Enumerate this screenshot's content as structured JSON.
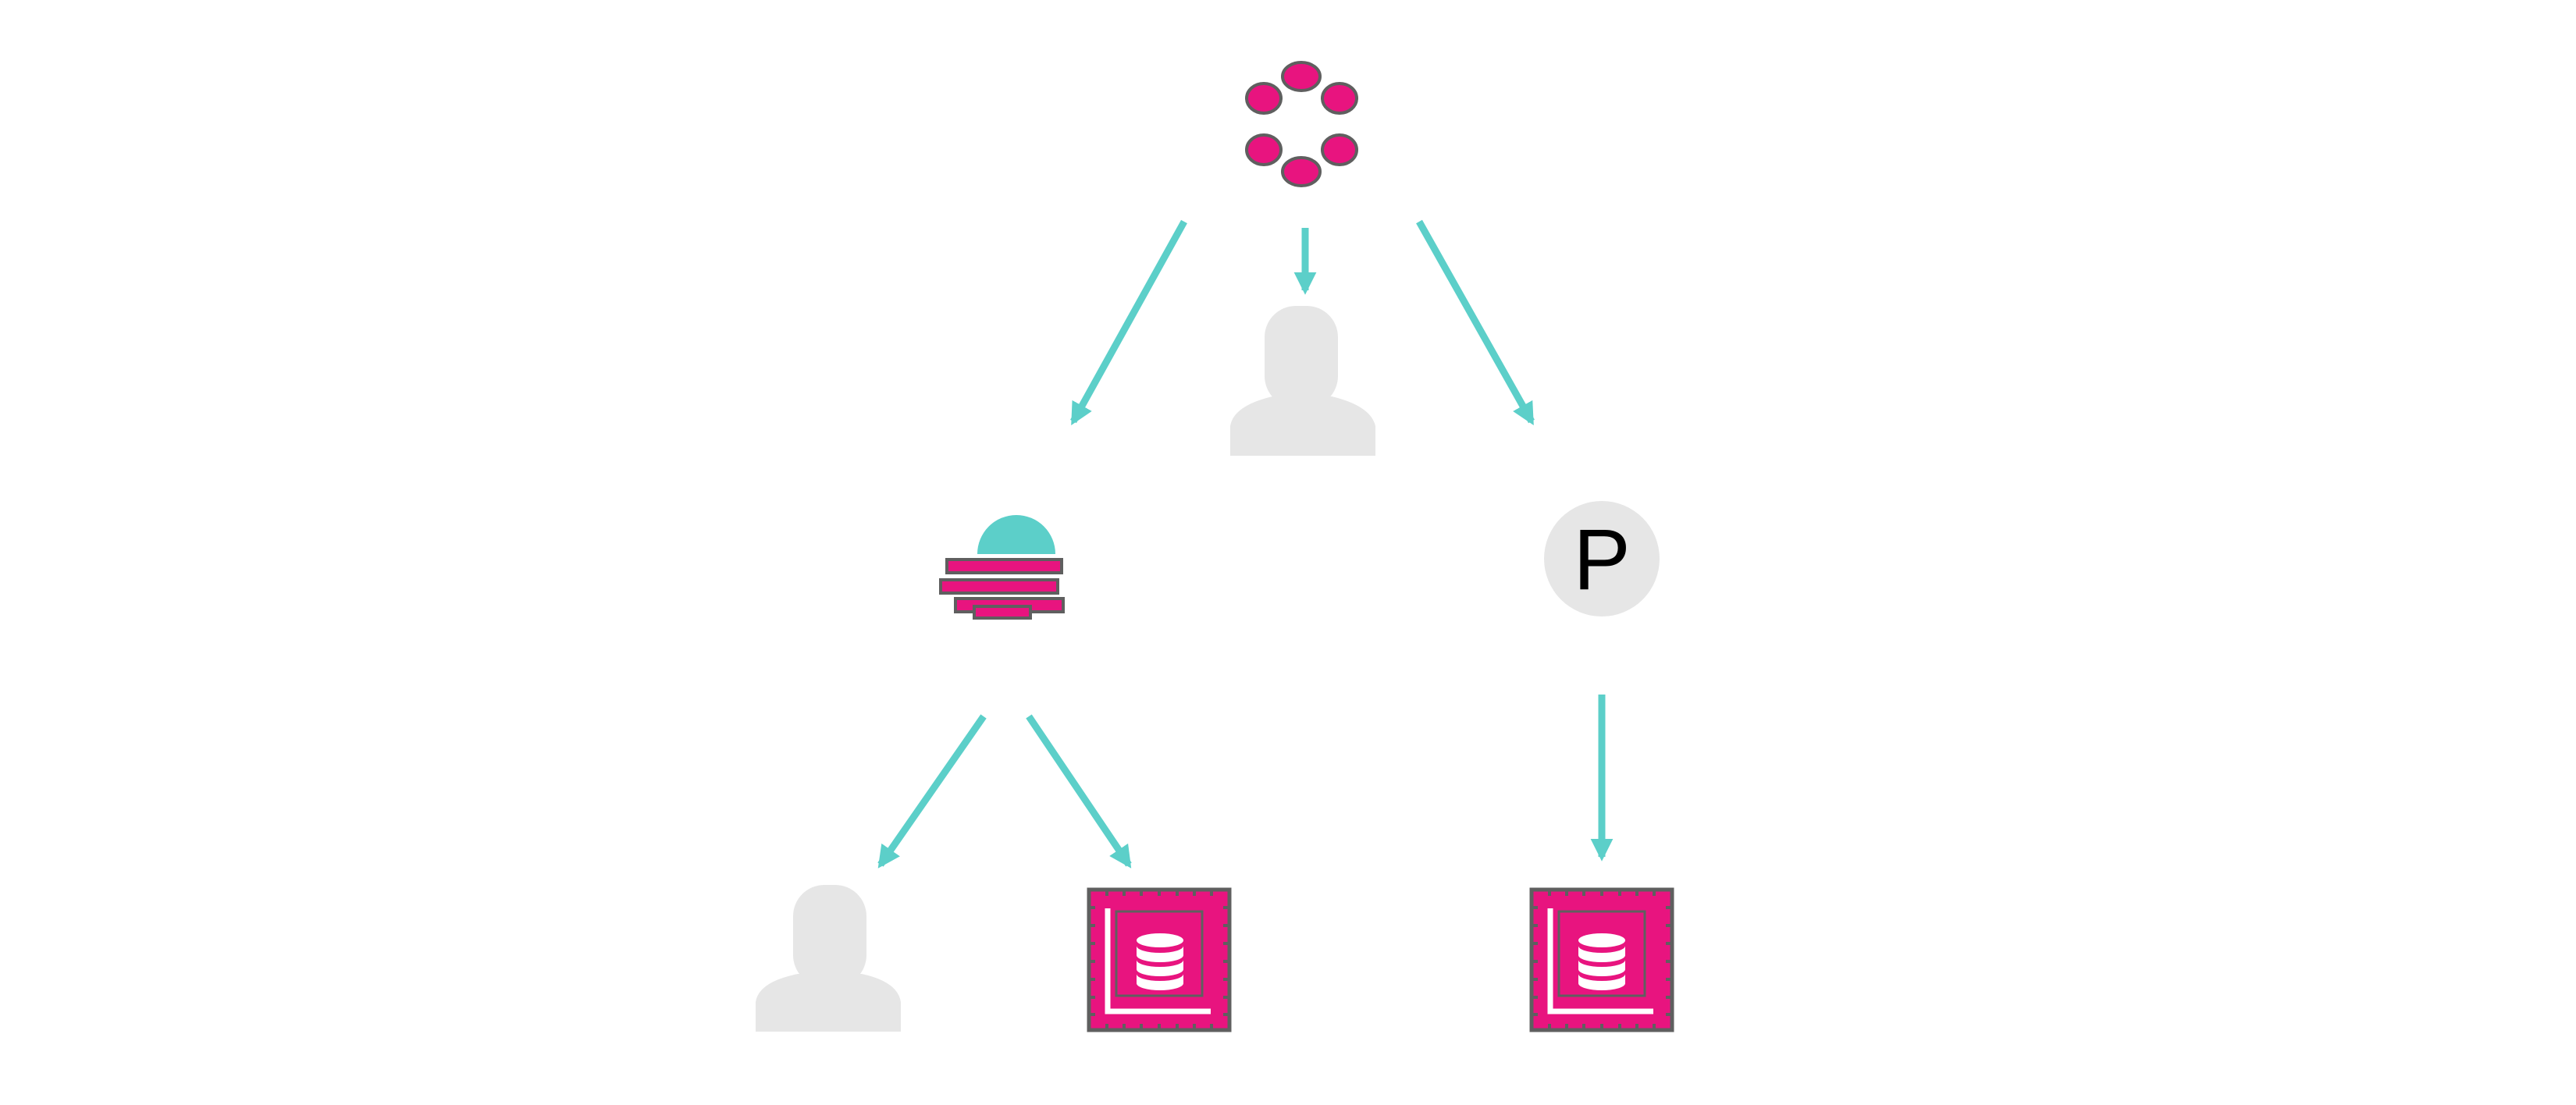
{
  "colors": {
    "accent_teal": "#5ccfc9",
    "accent_pink": "#e8147f",
    "outline_gray": "#5f5f5f",
    "placeholder_gray": "#e6e6e6",
    "background": "#ffffff"
  },
  "nodes": [
    {
      "id": "root",
      "icon": "polkadot-ring-icon"
    },
    {
      "id": "middle-user",
      "icon": "user-silhouette-icon"
    },
    {
      "id": "left-hub",
      "icon": "bridge-icon"
    },
    {
      "id": "right-p",
      "icon": "circle-letter-icon",
      "label": "P"
    },
    {
      "id": "left-user",
      "icon": "user-silhouette-icon"
    },
    {
      "id": "left-chip",
      "icon": "chip-database-icon"
    },
    {
      "id": "right-chip",
      "icon": "chip-database-icon"
    }
  ],
  "edges": [
    {
      "from": "root",
      "to": "left-hub"
    },
    {
      "from": "root",
      "to": "middle-user"
    },
    {
      "from": "root",
      "to": "right-p"
    },
    {
      "from": "left-hub",
      "to": "left-user"
    },
    {
      "from": "left-hub",
      "to": "left-chip"
    },
    {
      "from": "right-p",
      "to": "right-chip"
    }
  ]
}
